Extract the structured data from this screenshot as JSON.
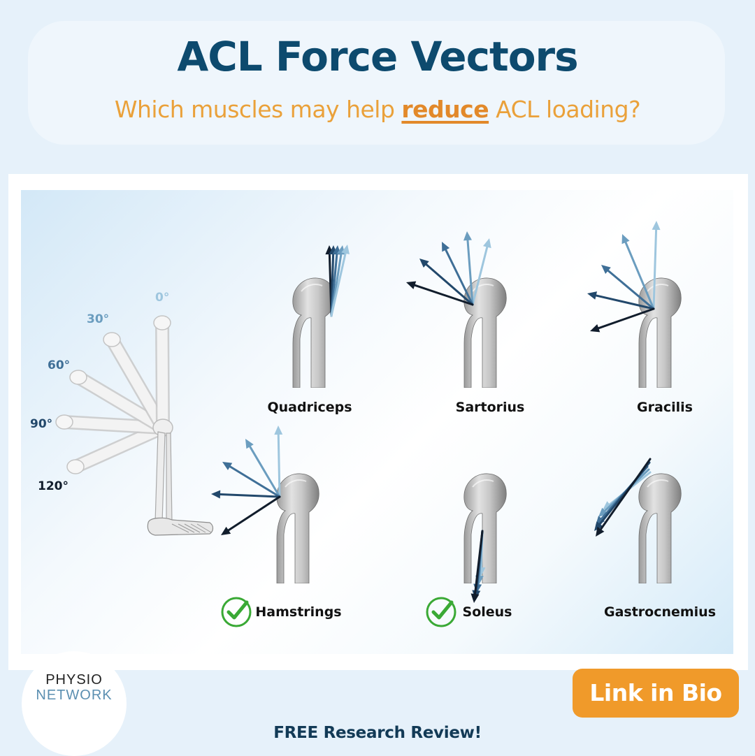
{
  "header": {
    "title": "ACL Force Vectors",
    "subtitle_before": "Which muscles may help ",
    "subtitle_emphasis": "reduce",
    "subtitle_after": " ACL loading?"
  },
  "flexion_angles": [
    {
      "label": "0°",
      "color": "#9ec6de"
    },
    {
      "label": "30°",
      "color": "#6b9dbf"
    },
    {
      "label": "60°",
      "color": "#3f6f97"
    },
    {
      "label": "90°",
      "color": "#22486b"
    },
    {
      "label": "120°",
      "color": "#111d2c"
    }
  ],
  "muscles": [
    {
      "name": "Quadriceps",
      "checked": false
    },
    {
      "name": "Sartorius",
      "checked": false
    },
    {
      "name": "Gracilis",
      "checked": false
    },
    {
      "name": "Hamstrings",
      "checked": true
    },
    {
      "name": "Soleus",
      "checked": true
    },
    {
      "name": "Gastrocnemius",
      "checked": false
    }
  ],
  "icons": {
    "check": "check-circle-icon",
    "bone": "knee-bone-icon"
  },
  "colors": {
    "title": "#0d4a6e",
    "accent": "#eaa13a",
    "check": "#3aa935",
    "cta": "#f09a2a"
  },
  "logo": {
    "line1": "PHYSIO",
    "line2": "NETWORK"
  },
  "cta": {
    "label": "Link in Bio"
  },
  "footer": {
    "text": "FREE Research Review!"
  }
}
